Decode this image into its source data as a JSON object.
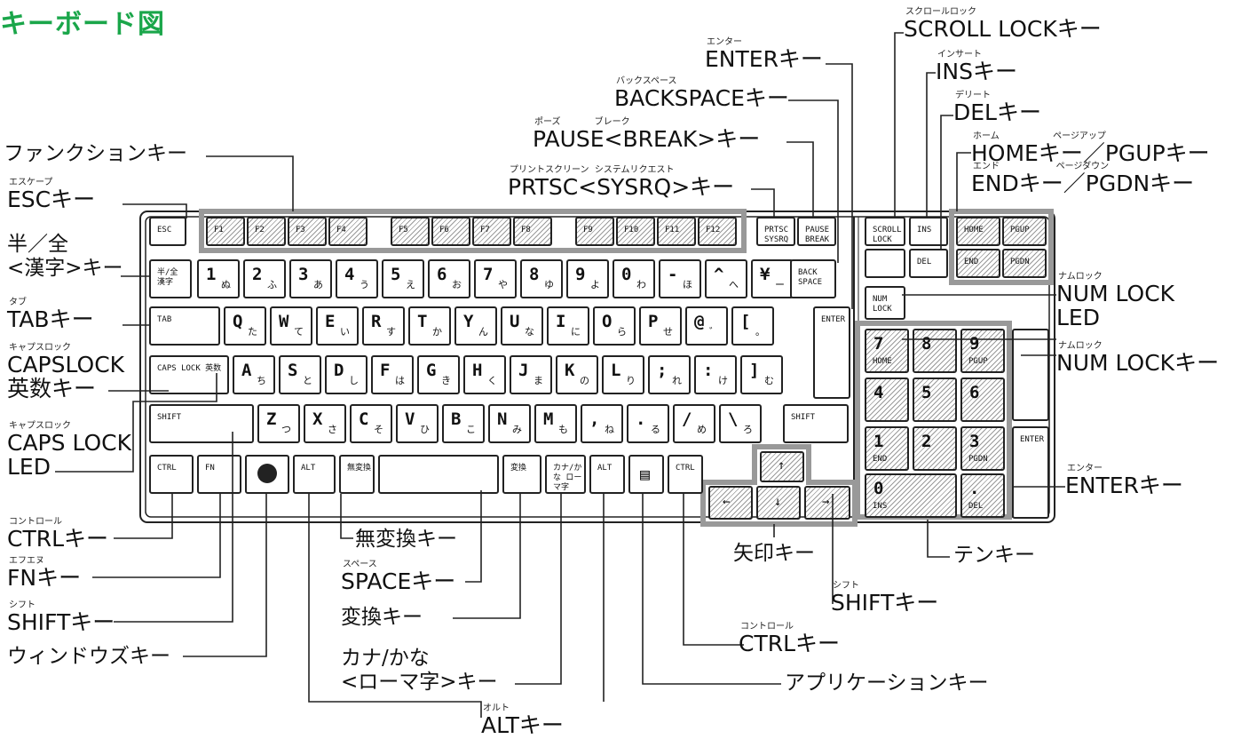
{
  "title": "キーボード図",
  "labels": {
    "function_key": "ファンクションキー",
    "esc": {
      "ruby": "エスケープ",
      "main": "ESCキー"
    },
    "hankaku": {
      "line1": "半／全",
      "line2": "<漢字>キー"
    },
    "tab": {
      "ruby": "タブ",
      "main": "TABキー"
    },
    "capslock": {
      "ruby": "キャプスロック",
      "line1": "CAPSLOCK",
      "line2": "英数キー"
    },
    "capslock_led": {
      "ruby": "キャプスロック",
      "line1": "CAPS LOCK",
      "line2": "LED"
    },
    "ctrl_left": {
      "ruby": "コントロール",
      "main": "CTRLキー"
    },
    "fn": {
      "ruby": "エフエヌ",
      "main": "FNキー"
    },
    "shift_left": {
      "ruby": "シフト",
      "main": "SHIFTキー"
    },
    "windows": "ウィンドウズキー",
    "muhenkan": "無変換キー",
    "space": {
      "ruby": "スペース",
      "main": "SPACEキー"
    },
    "henkan": "変換キー",
    "kana": {
      "line1": "カナ/かな",
      "line2": "<ローマ字>キー"
    },
    "alt": {
      "ruby": "オルト",
      "main": "ALTキー"
    },
    "application": "アプリケーションキー",
    "ctrl_right": {
      "ruby": "コントロール",
      "main": "CTRLキー"
    },
    "shift_right": {
      "ruby": "シフト",
      "main": "SHIFTキー"
    },
    "arrow": "矢印キー",
    "tenkey": "テンキー",
    "enter_top": {
      "ruby": "エンター",
      "main": "ENTERキー"
    },
    "backspace": {
      "ruby": "バックスペース",
      "main": "BACKSPACEキー"
    },
    "pause": {
      "ruby1": "ポーズ",
      "ruby2": "ブレーク",
      "main": "PAUSE<BREAK>キー"
    },
    "prtsc": {
      "ruby1": "プリントスクリーン",
      "ruby2": "システムリクエスト",
      "main": "PRTSC<SYSRQ>キー"
    },
    "scroll": {
      "ruby": "スクロールロック",
      "main": "SCROLL LOCKキー"
    },
    "ins": {
      "ruby": "インサート",
      "main": "INSキー"
    },
    "del": {
      "ruby": "デリート",
      "main": "DELキー"
    },
    "home_pgup": {
      "ruby1": "ホーム",
      "ruby2": "ページアップ",
      "main": "HOMEキー／PGUPキー"
    },
    "end_pgdn": {
      "ruby1": "エンド",
      "ruby2": "ページダウン",
      "main": "ENDキー／PGDNキー"
    },
    "numlock_led": {
      "ruby": "ナムロック",
      "line1": "NUM LOCK",
      "line2": "LED"
    },
    "numlock": {
      "ruby": "ナムロック",
      "main": "NUM LOCKキー"
    },
    "enter_right": {
      "ruby": "エンター",
      "main": "ENTERキー"
    }
  },
  "keys": {
    "esc": "ESC",
    "f1": "F1",
    "f2": "F2",
    "f3": "F3",
    "f4": "F4",
    "f5": "F5",
    "f6": "F6",
    "f7": "F7",
    "f8": "F8",
    "f9": "F9",
    "f10": "F10",
    "f11": "F11",
    "f12": "F12",
    "prtsc": "PRTSC SYSRQ",
    "pause": "PAUSE BREAK",
    "scroll": "SCROLL LOCK",
    "ins": "INS",
    "del": "DEL",
    "home": "HOME",
    "pgup": "PGUP",
    "end": "END",
    "pgdn": "PGDN",
    "hankaku": "半/全 漢字",
    "num": [
      "1 ぬ",
      "2 ふ",
      "3 あ",
      "4 う",
      "5 え",
      "6 お",
      "7 や",
      "8 ゆ",
      "9 よ",
      "0 わ",
      "- ほ",
      "^ へ",
      "¥ ー"
    ],
    "backspace": "BACK SPACE",
    "tab": "TAB",
    "row_q": [
      "Q た",
      "W て",
      "E い",
      "R す",
      "T か",
      "Y ん",
      "U な",
      "I に",
      "O ら",
      "P せ",
      "@ ゛",
      "[ 。"
    ],
    "enter": "ENTER",
    "caps": "CAPS LOCK 英数",
    "row_a": [
      "A ち",
      "S と",
      "D し",
      "F は",
      "G き",
      "H く",
      "J ま",
      "K の",
      "L り",
      "; れ",
      ": け",
      "] む"
    ],
    "shift": "SHIFT",
    "row_z": [
      "Z つ",
      "X さ",
      "C そ",
      "V ひ",
      "B こ",
      "N み",
      "M も",
      ", ね",
      ". る",
      "/ め",
      "\\ ろ"
    ],
    "ctrl": "CTRL",
    "fn": "FN",
    "alt": "ALT",
    "muhenkan": "無変換",
    "henkan": "変換",
    "kana": "カナ/かな ローマ字",
    "numlock": "NUM LOCK",
    "tenkey": [
      "7 HOME",
      "8",
      "9 PGUP",
      "4",
      "5",
      "6",
      "1 END",
      "2",
      "3 PGDN",
      "0 INS",
      ". DEL"
    ],
    "enter_num": "ENTER"
  },
  "colors": {
    "green": "#1aa64a",
    "highlight": "#999999",
    "hatch": "#9a9a9a"
  }
}
